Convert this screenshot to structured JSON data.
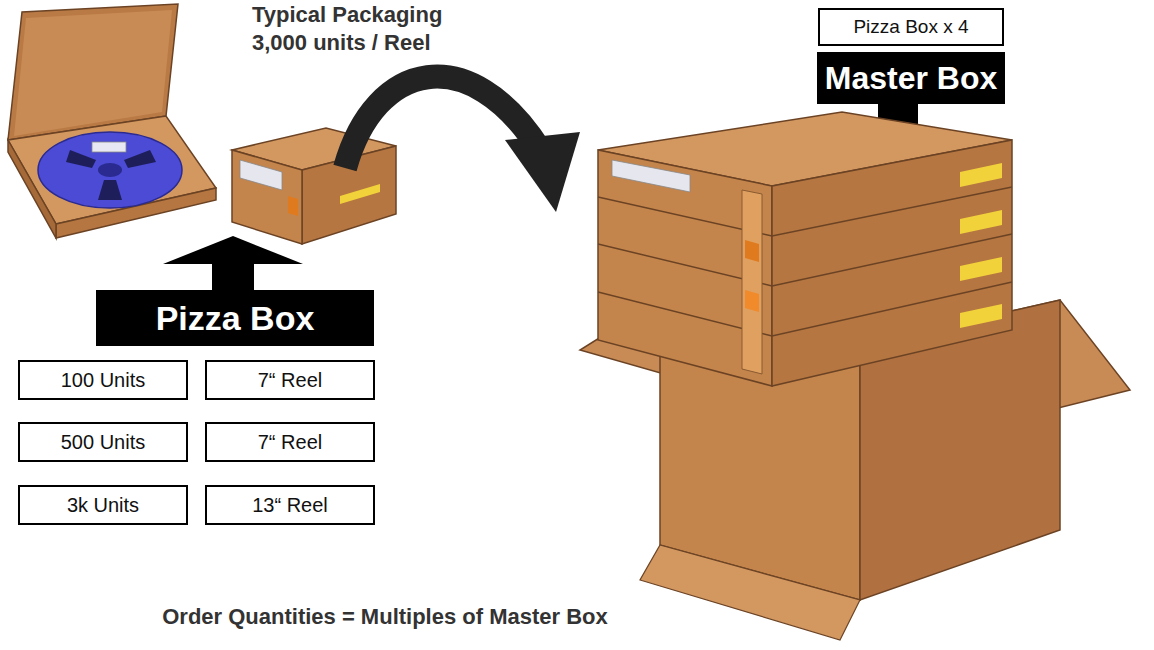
{
  "diagram": {
    "caption": "Order Quantities = Multiples of Master Box",
    "nodes": [
      {
        "text": [
          "Pizza Box"
        ]
      },
      {
        "text": [
          "100 Units"
        ]
      },
      {
        "text": [
          "7“ Reel"
        ]
      },
      {
        "text": [
          "500 Units"
        ]
      },
      {
        "text": [
          "7“ Reel"
        ]
      },
      {
        "text": [
          "3k Units"
        ]
      },
      {
        "text": [
          "13“ Reel"
        ]
      },
      {
        "text": [
          "Pizza Box x 4"
        ]
      },
      {
        "text": [
          "Master Box"
        ]
      }
    ],
    "labels": [
      "Typical Packaging",
      "3,000 units / Reel"
    ]
  }
}
